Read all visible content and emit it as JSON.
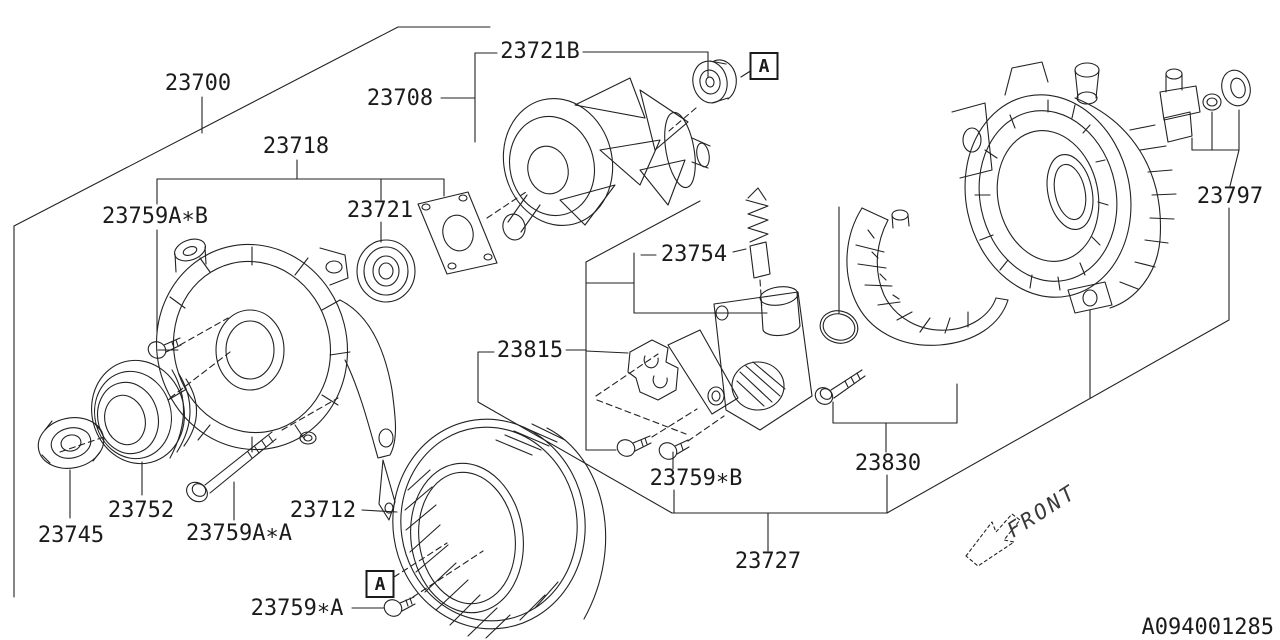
{
  "diagram": {
    "title_code": "A094001285",
    "front_label": "FRONT",
    "detail_marker": "A",
    "line_color": "#222222",
    "background": "#ffffff",
    "labels": [
      {
        "part": "23700",
        "text": "23700"
      },
      {
        "part": "23721B",
        "text": "23721B"
      },
      {
        "part": "23708",
        "text": "23708"
      },
      {
        "part": "23718",
        "text": "23718"
      },
      {
        "part": "23759A*B",
        "text": "23759A∗B"
      },
      {
        "part": "23721",
        "text": "23721"
      },
      {
        "part": "23754",
        "text": "23754"
      },
      {
        "part": "23797",
        "text": "23797"
      },
      {
        "part": "23815",
        "text": "23815"
      },
      {
        "part": "23745",
        "text": "23745"
      },
      {
        "part": "23752",
        "text": "23752"
      },
      {
        "part": "23759A*A",
        "text": "23759A∗A"
      },
      {
        "part": "23712",
        "text": "23712"
      },
      {
        "part": "23759*A",
        "text": "23759∗A"
      },
      {
        "part": "23759*B",
        "text": "23759∗B"
      },
      {
        "part": "23830",
        "text": "23830"
      },
      {
        "part": "23727",
        "text": "23727"
      }
    ]
  }
}
